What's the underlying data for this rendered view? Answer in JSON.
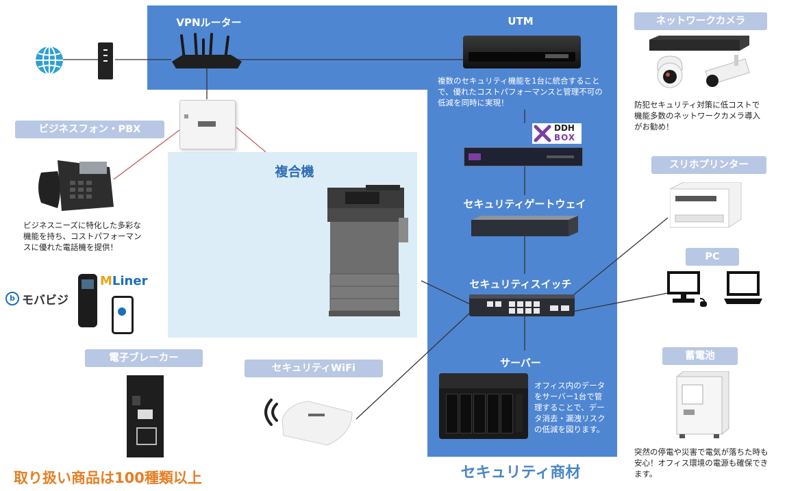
{
  "zones": {
    "vpn_router_title": "VPNルーター",
    "utm_title": "UTM",
    "utm_desc": "複数のセキュリティ機能を1台に統合することで、優れたコストパフォーマンスと管理不可の低減を同時に実現！",
    "ddh_logo_top": "DDH",
    "ddh_logo_bottom": "BOX",
    "gateway_title": "セキュリティゲートウェイ",
    "switch_title": "セキュリティスイッチ",
    "server_title": "サーバー",
    "server_desc": "オフィス内のデータをサーバー1台で管理することで、データ消去・漏洩リスクの低減を図ります。",
    "security_title": "セキュリティ商材",
    "mfp_title": "複合機"
  },
  "left": {
    "phone_label": "ビジネスフォン・PBX",
    "phone_desc": "ビジネスニーズに特化した多彩な機能を持ち、コストパフォーマンスに優れた電話機を提供！",
    "mobabiji": "モバビジ",
    "mliner": "Liner",
    "breaker_label": "電子ブレーカー",
    "wifi_label": "セキュリティWiFi",
    "footer": "取り扱い商品は100種類以上"
  },
  "right": {
    "camera_label": "ネットワークカメラ",
    "camera_desc": "防犯セキュリティ対策に低コストで機能多数のネットワークカメラ導入がお勧め！",
    "printer_label": "スリホプリンター",
    "pc_label": "PC",
    "battery_label": "蓄電池",
    "battery_desc": "突然の停電や災害で電気が落ちた時も安心！オフィス環境の電源も確保できます。"
  },
  "colors": {
    "zone_blue": "#4f86d2",
    "mfp_bg": "#dcedf7",
    "pill_bg": "#b8c7e3",
    "mfp_title": "#2e6db5",
    "footer_orange": "#e67e22",
    "security_title": "#4a86c8"
  },
  "icons": [
    "globe-icon",
    "modem-icon",
    "vpn-router-icon",
    "pbx-box-icon",
    "utm-appliance-icon",
    "ddh-box-icon",
    "gateway-appliance-icon",
    "switch-icon",
    "server-nas-icon",
    "desk-phone-icon",
    "mobile-phone-icon",
    "smartphone-icon",
    "mfp-icon",
    "breaker-icon",
    "wifi-ap-icon",
    "camera-icon",
    "printer-icon",
    "desktop-pc-icon",
    "laptop-icon",
    "battery-icon"
  ]
}
